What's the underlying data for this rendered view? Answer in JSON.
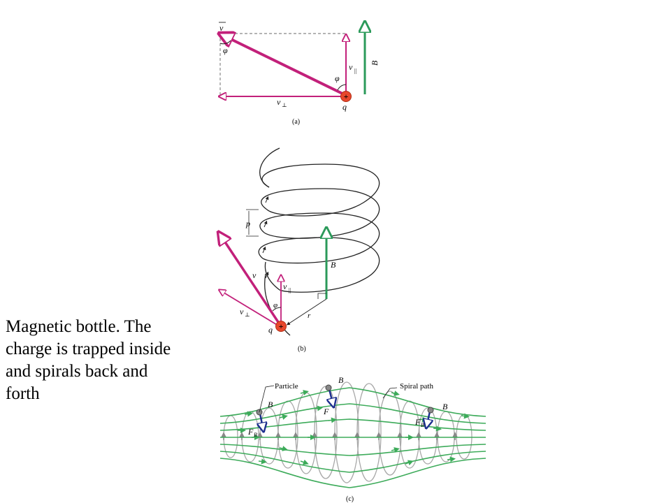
{
  "caption": "Magnetic bottle. The charge is trapped inside and spirals back and forth",
  "colors": {
    "velocity": "#c2207a",
    "field": "#2b9a5a",
    "field_lines": "#3dab5a",
    "force": "#1d2f8f",
    "charge": "#e8472c",
    "spiral": "#9a9a9a"
  },
  "panel_a": {
    "label": "(a)",
    "v": "v",
    "phi_top": "φ",
    "phi_bottom": "φ",
    "v_par": "v",
    "v_par_sub": "||",
    "v_perp": "v",
    "v_perp_sub": "⊥",
    "B": "B",
    "q": "q",
    "plus": "+"
  },
  "panel_b": {
    "label": "(b)",
    "p": "p",
    "B": "B",
    "v": "v",
    "v_par": "v",
    "v_par_sub": "||",
    "v_perp": "v",
    "v_perp_sub": "⊥",
    "phi": "φ",
    "r": "r",
    "q": "q",
    "plus": "+"
  },
  "panel_c": {
    "label": "(c)",
    "particle": "Particle",
    "spiral_path": "Spiral path",
    "B1": "B",
    "B2": "B",
    "B3": "B",
    "F_center": "F",
    "FB_left": "F",
    "FB_left_sub": "B",
    "FB_right": "F",
    "FB_right_sub": "B"
  }
}
